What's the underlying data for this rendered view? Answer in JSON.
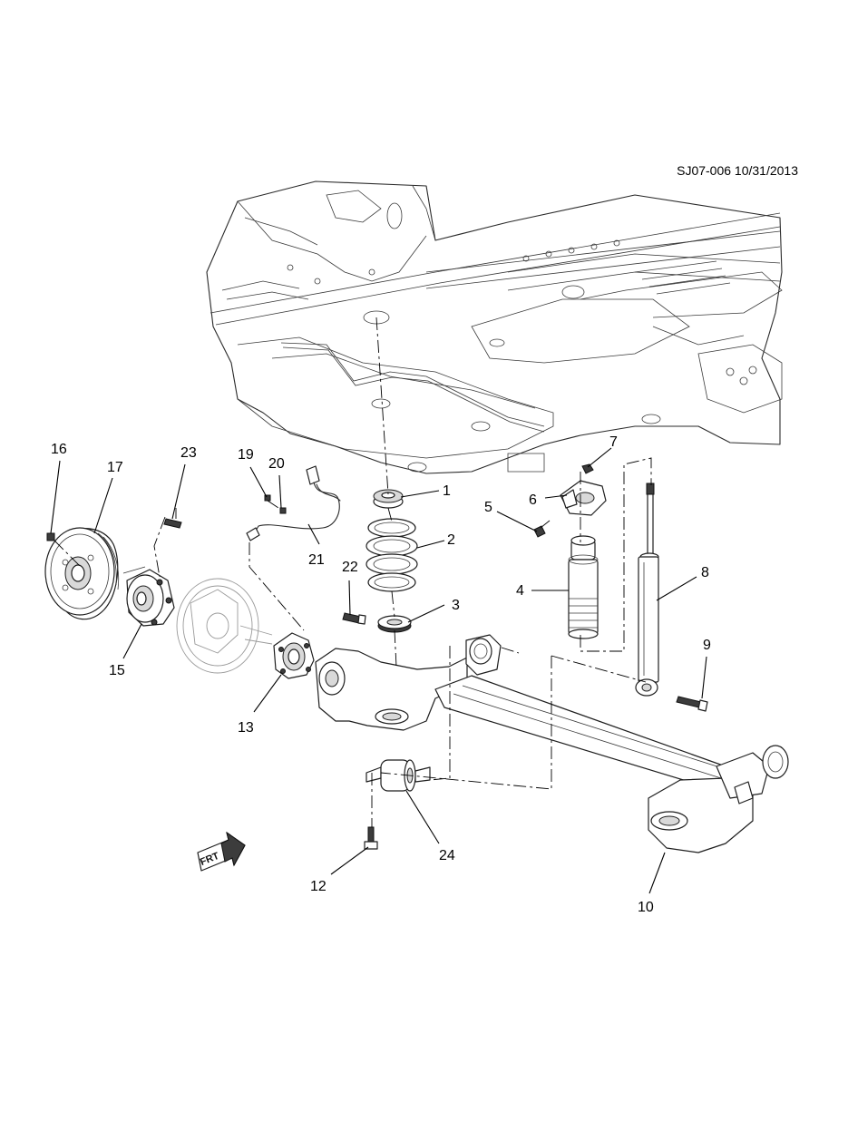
{
  "reference": "SJ07-006 10/31/2013",
  "direction_label": "FRT",
  "callouts": {
    "c1": "1",
    "c2": "2",
    "c3": "3",
    "c4": "4",
    "c5": "5",
    "c6": "6",
    "c7": "7",
    "c8": "8",
    "c9": "9",
    "c10": "10",
    "c12": "12",
    "c13": "13",
    "c15": "15",
    "c16": "16",
    "c17": "17",
    "c19": "19",
    "c20": "20",
    "c21": "21",
    "c22": "22",
    "c23": "23",
    "c24": "24"
  }
}
